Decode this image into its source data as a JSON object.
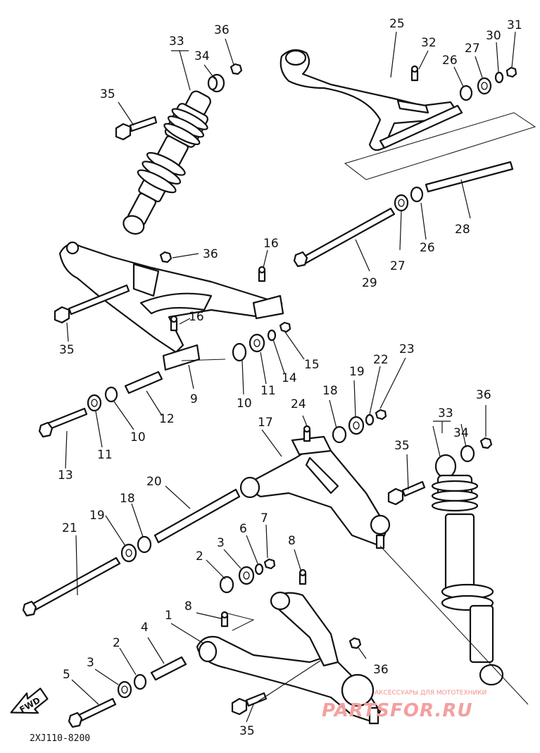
{
  "diagram": {
    "drawing_code": "2XJ110-8200",
    "fwd_label": "FWD",
    "watermark_small": "АКСЕССУАРЫ ДЛЯ МОТОТЕХНИКИ",
    "watermark_brand": "PARTSFOR.RU",
    "callouts": {
      "c1": "1",
      "c2a": "2",
      "c2b": "2",
      "c3a": "3",
      "c3b": "3",
      "c4": "4",
      "c5": "5",
      "c6": "6",
      "c7": "7",
      "c8a": "8",
      "c8b": "8",
      "c9": "9",
      "c10a": "10",
      "c10b": "10",
      "c11a": "11",
      "c11b": "11",
      "c12": "12",
      "c13": "13",
      "c14": "14",
      "c15": "15",
      "c16a": "16",
      "c16b": "16",
      "c17": "17",
      "c18a": "18",
      "c18b": "18",
      "c19a": "19",
      "c19b": "19",
      "c20": "20",
      "c21": "21",
      "c22": "22",
      "c23": "23",
      "c24": "24",
      "c25": "25",
      "c26a": "26",
      "c26b": "26",
      "c27a": "27",
      "c27b": "27",
      "c28": "28",
      "c29": "29",
      "c30": "30",
      "c31": "31",
      "c32": "32",
      "c33a": "33",
      "c33b": "33",
      "c34a": "34",
      "c34b": "34",
      "c35a": "35",
      "c35b": "35",
      "c35c": "35",
      "c35d": "35",
      "c36a": "36",
      "c36b": "36",
      "c36c": "36",
      "c36d": "36"
    }
  }
}
